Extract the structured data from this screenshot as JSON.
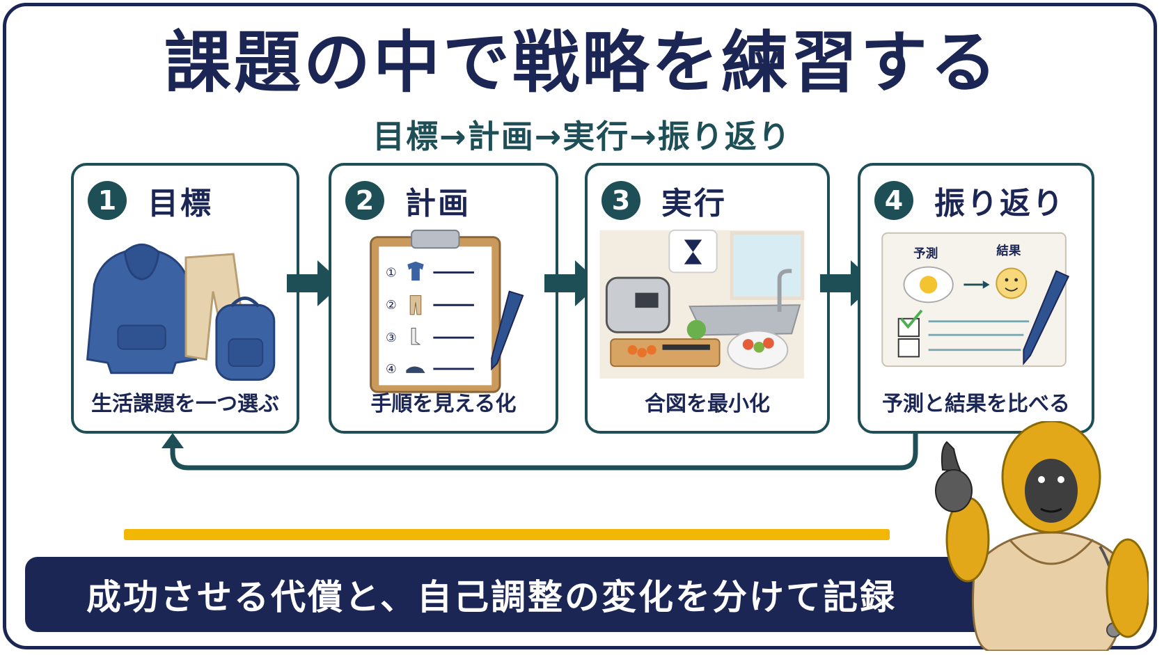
{
  "title": "課題の中で戦略を練習する",
  "subtitle": "目標→計画→実行→振り返り",
  "steps": [
    {
      "number": "1",
      "title": "目標",
      "caption": "生活課題を一つ選ぶ"
    },
    {
      "number": "2",
      "title": "計画",
      "caption": "手順を見える化"
    },
    {
      "number": "3",
      "title": "実行",
      "caption": "合図を最小化"
    },
    {
      "number": "4",
      "title": "振り返り",
      "caption": "予測と結果を比べる"
    }
  ],
  "plan_list_markers": [
    "①",
    "②",
    "③",
    "④"
  ],
  "review_labels": {
    "predict": "予測",
    "result": "結果"
  },
  "banner": "成功させる代償と、自己調整の変化を分けて記録",
  "colors": {
    "navy": "#1b2654",
    "teal": "#1e4f57",
    "yellow": "#f2b705"
  }
}
